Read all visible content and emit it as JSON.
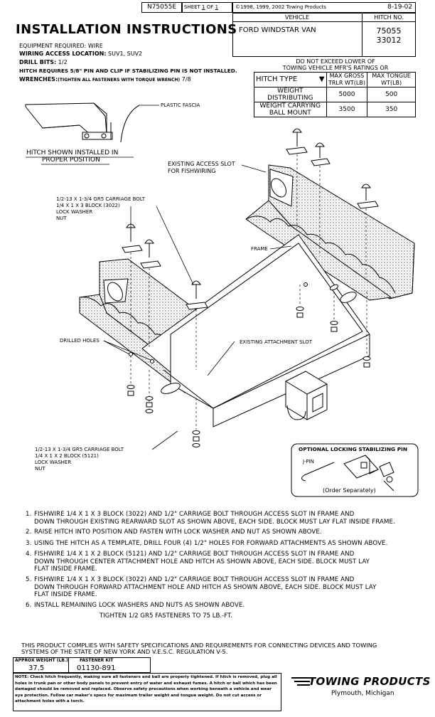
{
  "header": {
    "part_number": "N75055E",
    "sheet_label": "SHEET",
    "sheet_current": "1",
    "sheet_of": "OF",
    "sheet_total": "1",
    "copyright": "©1998, 1999, 2002 Towing Products",
    "date": "8-19-02",
    "vehicle_label": "VEHICLE",
    "hitch_no_label": "HITCH NO.",
    "vehicle": "FORD WINDSTAR VAN",
    "hitch_no_1": "75055",
    "hitch_no_2": "33012"
  },
  "title": "INSTALLATION INSTRUCTIONS",
  "requirements": {
    "equipment": "EQUIPMENT REQUIRED:  WIRE",
    "wiring_label": "WIRING ACCESS LOCATION:",
    "wiring_value": " SUV1, SUV2",
    "drill_label": "DRILL BITS:",
    "drill_value": " 1/2",
    "pin": "HITCH REQUIRES 5/8\" PIN AND CLIP IF STABILIZING PIN IS NOT INSTALLED.",
    "wrenches_label": "WRENCHES:",
    "wrenches_note": "(TIGHTEN ALL FASTENERS WITH TORQUE WRENCH)",
    "wrenches_value": " 7/8"
  },
  "ratings": {
    "caption_1": "DO NOT EXCEED LOWER OF",
    "caption_2": "TOWING VEHICLE MFR'S RATINGS OR",
    "col_type": "HITCH TYPE",
    "col_gross_1": "MAX GROSS",
    "col_gross_2": "TRLR WT(LB)",
    "col_tongue_1": "MAX TONGUE",
    "col_tongue_2": "WT(LB)",
    "rows": [
      {
        "type_1": "WEIGHT DISTRIBUTING",
        "type_2": "",
        "gross": "5000",
        "tongue": "500"
      },
      {
        "type_1": "WEIGHT CARRYING",
        "type_2": "BALL MOUNT",
        "gross": "3500",
        "tongue": "350"
      }
    ]
  },
  "diagram": {
    "plastic_fascia": "PLASTIC FASCIA",
    "hitch_shown_1": "HITCH SHOWN INSTALLED IN",
    "hitch_shown_2": "PROPER POSITION",
    "access_slot_1": "EXISTING ACCESS SLOT",
    "access_slot_2": "FOR FISHWIRING",
    "bolt_top_1": "1/2-13 X 1-3/4 GR5 CARRIAGE BOLT",
    "bolt_top_2": "1/4 X 1 X 3 BLOCK (3022)",
    "bolt_top_3": "LOCK WASHER",
    "bolt_top_4": "NUT",
    "frame": "FRAME",
    "drilled_holes": "DRILLED HOLES",
    "attachment_slot": "EXISTING ATTACHMENT SLOT",
    "bolt_bottom_1": "1/2-13 X 1-3/4 GR5 CARRIAGE BOLT",
    "bolt_bottom_2": "1/4 X 1 X 2 BLOCK (5121)",
    "bolt_bottom_3": "LOCK WASHER",
    "bolt_bottom_4": "NUT",
    "pin_box_title": "OPTIONAL LOCKING STABILIZING PIN",
    "j_pin": "J-PIN",
    "order_separately": "(Order Separately)"
  },
  "steps": [
    {
      "num": "1.",
      "line1": "FISHWIRE 1/4 X 1 X 3 BLOCK (3022) AND 1/2\" CARRIAGE BOLT THROUGH ACCESS SLOT IN FRAME AND",
      "line2": "DOWN THROUGH EXISTING REARWARD SLOT AS SHOWN ABOVE, EACH SIDE.  BLOCK MUST LAY FLAT INSIDE FRAME.",
      "line3": ""
    },
    {
      "num": "2.",
      "line1": "RAISE HITCH INTO POSITION AND FASTEN WITH LOCK WASHER AND NUT AS SHOWN ABOVE.",
      "line2": "",
      "line3": ""
    },
    {
      "num": "3.",
      "line1": "USING THE HITCH AS A TEMPLATE, DRILL FOUR (4) 1/2\" HOLES FOR FORWARD ATTACHMENTS AS SHOWN ABOVE.",
      "line2": "",
      "line3": ""
    },
    {
      "num": "4.",
      "line1": "FISHWIRE 1/4 X 1 X 2 BLOCK (5121) AND 1/2\" CARRIAGE BOLT THROUGH ACCESS SLOT IN FRAME AND",
      "line2": "DOWN THROUGH CENTER ATTACHMENT HOLE AND HITCH AS SHOWN ABOVE, EACH SIDE.  BLOCK MUST LAY",
      "line3": "FLAT INSIDE FRAME."
    },
    {
      "num": "5.",
      "line1": "FISHWIRE 1/4 X 1 X 3 BLOCK (3022) AND 1/2\" CARRIAGE BOLT THROUGH ACCESS SLOT IN FRAME AND",
      "line2": "DOWN THROUGH FORWARD ATTACHMENT HOLE AND HITCH AS SHOWN ABOVE, EACH SIDE.  BLOCK MUST LAY",
      "line3": "FLAT INSIDE FRAME."
    },
    {
      "num": "6.",
      "line1": "INSTALL REMAINING LOCK WASHERS AND NUTS AS SHOWN ABOVE.",
      "line2": "",
      "line3": ""
    }
  ],
  "torque": "TIGHTEN 1/2 GR5 FASTENERS TO 75 LB.-FT.",
  "compliance_1": "THIS PRODUCT COMPLIES WITH SAFETY SPECIFICATIONS AND REQUIREMENTS FOR CONNECTING DEVICES AND TOWING",
  "compliance_2": "SYSTEMS OF THE STATE OF NEW YORK AND V.E.S.C. REGULATION V-5.",
  "footer": {
    "weight_label": "APPROX WEIGHT (LB.)",
    "weight_value": "37.5",
    "kit_label": "FASTENER KIT",
    "kit_value": "01130-891",
    "note": "NOTE: Check hitch frequently, making sure all fasteners and ball are properly tightened. If hitch is removed, plug all holes in trunk pan or other body panels to prevent entry of water and exhaust fumes. A hitch or ball which has been damaged should be removed and replaced. Observe safety precautions when working beneath a vehicle and wear eye protection. Follow car maker's specs for maximum trailer weight and tongue weight. Do not cut access or attachment holes with a torch.",
    "brand": "TOWING PRODUCTS",
    "location": "Plymouth, Michigan"
  }
}
